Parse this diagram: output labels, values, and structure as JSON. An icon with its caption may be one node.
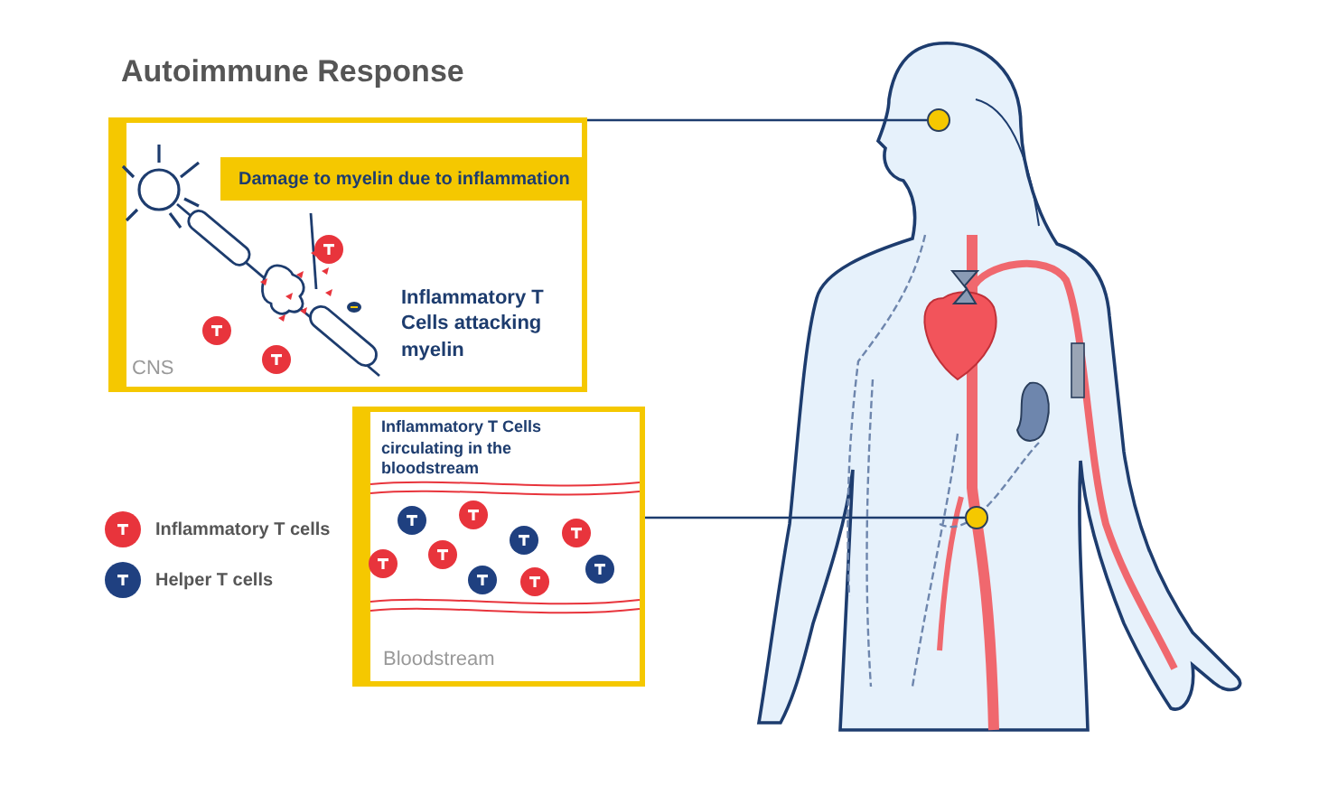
{
  "diagram": {
    "title": "Autoimmune Response",
    "nodes": [
      {
        "text": [
          "Damage to myelin due to inflammation",
          "Inflammatory T Cells attacking myelin",
          "CNS"
        ]
      },
      {
        "text": [
          "Inflammatory T Cells circulating in the bloodstream",
          "Bloodstream"
        ]
      },
      {
        "text": [],
        "shape": "circle"
      },
      {
        "text": [],
        "shape": "circle"
      }
    ],
    "edges": [
      {
        "from": 0,
        "to": 2,
        "arrow": "none"
      },
      {
        "from": 1,
        "to": 3,
        "arrow": "none"
      }
    ],
    "legend": [
      {
        "text": "Inflammatory T cells",
        "color": "#e8343c"
      },
      {
        "text": "Helper T cells",
        "color": "#1f4080"
      }
    ]
  }
}
